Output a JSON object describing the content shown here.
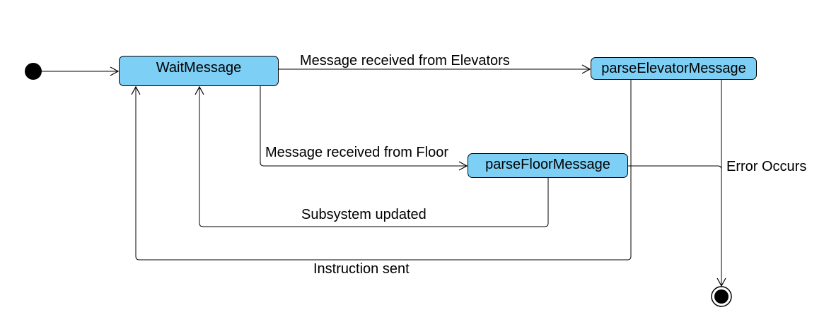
{
  "states": {
    "wait_message": "WaitMessage",
    "parse_elevator_message": "parseElevatorMessage",
    "parse_floor_message": "parseFloorMessage"
  },
  "transitions": {
    "message_from_elevators": "Message received from Elevators",
    "message_from_floor": "Message received from Floor",
    "subsystem_updated": "Subsystem updated",
    "instruction_sent": "Instruction sent",
    "error_occurs": "Error Occurs"
  },
  "colors": {
    "state_fill": "#7dcff5",
    "line": "#000000",
    "background": "#ffffff"
  }
}
